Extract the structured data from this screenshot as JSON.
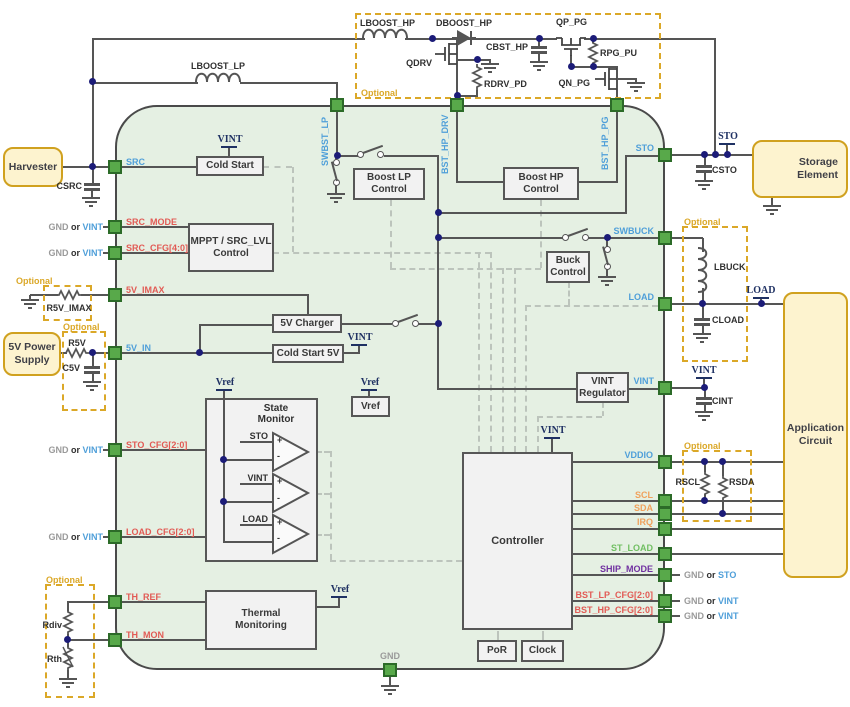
{
  "external": {
    "harvester": "Harvester",
    "supply_5v": [
      "5V Power",
      "Supply"
    ],
    "storage": [
      "Storage",
      "Element"
    ],
    "application": [
      "Application",
      "Circuit"
    ]
  },
  "blocks": {
    "cold_start": "Cold Start",
    "mppt": [
      "MPPT / SRC_LVL",
      "Control"
    ],
    "boost_lp": [
      "Boost LP",
      "Control"
    ],
    "boost_hp": [
      "Boost HP",
      "Control"
    ],
    "buck": [
      "Buck",
      "Control"
    ],
    "charger_5v": "5V Charger",
    "cold_start_5v": "Cold Start 5V",
    "vref": "Vref",
    "state_monitor": [
      "State",
      "Monitor"
    ],
    "vint_regulator": [
      "VINT",
      "Regulator"
    ],
    "controller": "Controller",
    "thermal": [
      "Thermal",
      "Monitoring"
    ],
    "por": "PoR",
    "clock": "Clock"
  },
  "pins": {
    "src": "SRC",
    "src_mode": "SRC_MODE",
    "src_cfg": "SRC_CFG[4:0]",
    "v5_imax": "5V_IMAX",
    "v5_in": "5V_IN",
    "sto_cfg": "STO_CFG[2:0]",
    "load_cfg": "LOAD_CFG[2:0]",
    "th_ref": "TH_REF",
    "th_mon": "TH_MON",
    "swbst_lp": "SWBST_LP",
    "bst_hp_drv": "BST_HP_DRV",
    "bst_hp_pg": "BST_HP_PG",
    "sto": "STO",
    "swbuck": "SWBUCK",
    "load": "LOAD",
    "vint": "VINT",
    "vddio": "VDDIO",
    "scl": "SCL",
    "sda": "SDA",
    "irq": "IRQ",
    "st_load": "ST_LOAD",
    "ship_mode": "SHIP_MODE",
    "bst_lp_cfg": "BST_LP_CFG[2:0]",
    "bst_hp_cfg": "BST_HP_CFG[2:0]",
    "gnd": "GND"
  },
  "rails": {
    "vint": "VINT",
    "vref": "Vref",
    "sto": "STO",
    "load": "LOAD",
    "gnd": "GND"
  },
  "components": {
    "csrc": "CSRC",
    "lboost_lp": "LBOOST_LP",
    "lboost_hp": "LBOOST_HP",
    "dboost_hp": "DBOOST_HP",
    "qdrv": "QDRV",
    "rdrv_pd": "RDRV_PD",
    "cbst_hp": "CBST_HP",
    "qp_pg": "QP_PG",
    "rpg_pu": "RPG_PU",
    "qn_pg": "QN_PG",
    "r5v_imax": "R5V_IMAX",
    "r5v": "R5V",
    "c5v": "C5V",
    "rdiv": "Rdiv",
    "rth": "Rth",
    "csto": "CSTO",
    "lbuck": "LBUCK",
    "cload": "CLOAD",
    "cint": "CINT",
    "rscl": "RSCL",
    "rsda": "RSDA"
  },
  "comparators": {
    "inputs": [
      "STO",
      "VINT",
      "LOAD"
    ],
    "plus": "+",
    "minus": "-"
  },
  "terminations": {
    "gnd": "GND",
    "or": "or",
    "sto": "STO",
    "vint": "VINT"
  },
  "optional_label": "Optional",
  "colors": {
    "ic_fill": "#e5f0e3",
    "pin_green": "#58a94a",
    "wire": "#555555",
    "accent_blue": "#4f9fd9",
    "accent_red": "#e25b55",
    "accent_orange": "#f0a15c",
    "accent_green": "#71bf63",
    "accent_purple": "#7030a0",
    "optional_gold": "#dba828",
    "rail_navy": "#1f3163",
    "yellow_fill": "#fdf3cf"
  }
}
